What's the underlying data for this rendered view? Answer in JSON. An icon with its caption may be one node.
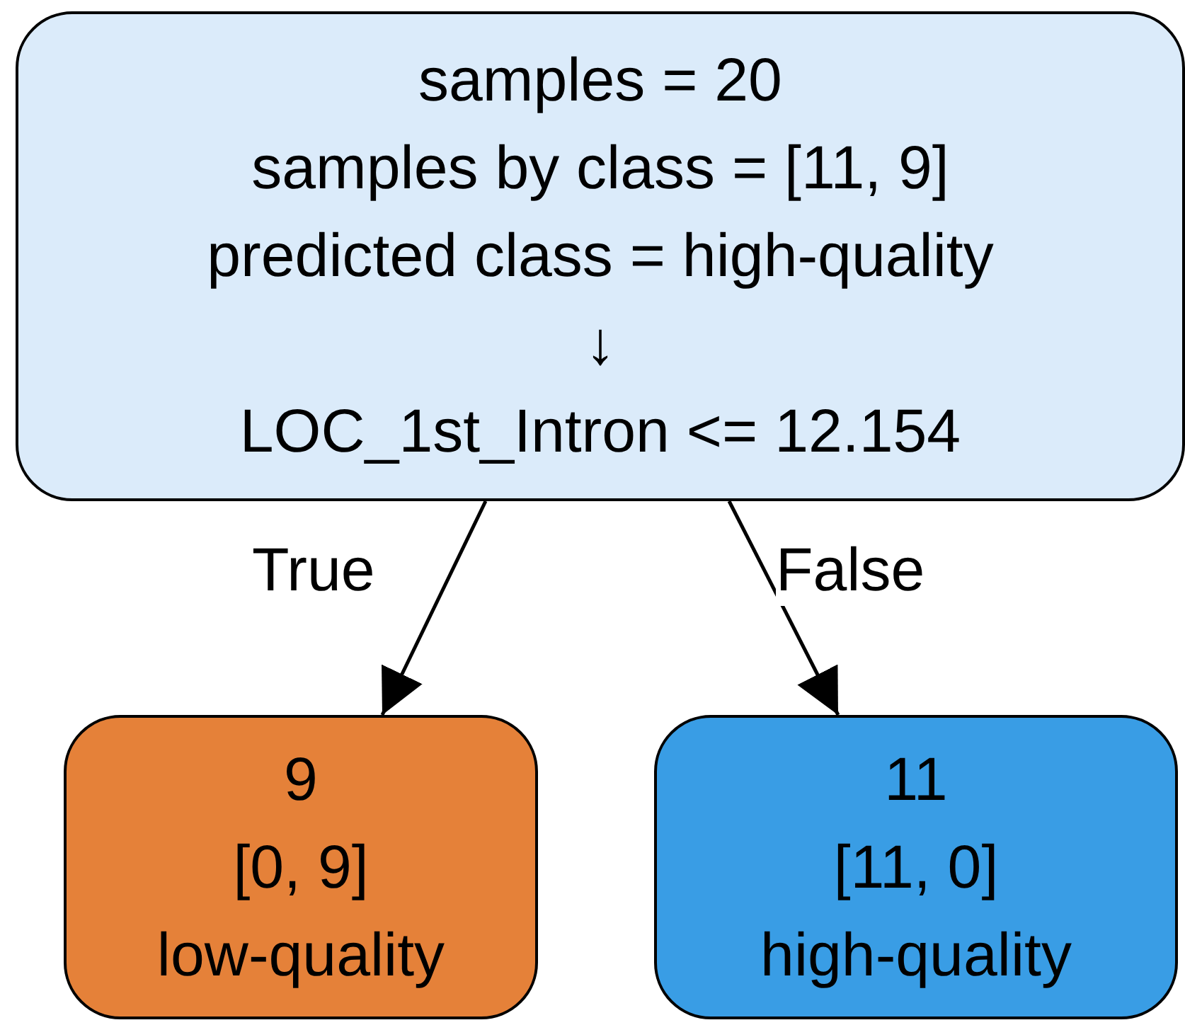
{
  "diagram": {
    "nodes": [
      {
        "text": [
          "samples = 20",
          "samples by class = [11, 9]",
          "predicted class = high-quality",
          "↓",
          "LOC_1st_Intron <= 12.154"
        ]
      },
      {
        "text": [
          "9",
          "[0, 9]",
          "low-quality"
        ]
      },
      {
        "text": [
          "11",
          "[11, 0]",
          "high-quality"
        ]
      }
    ],
    "edges": [
      {
        "from": 0,
        "to": 1,
        "arrow": "to",
        "label": "True"
      },
      {
        "from": 0,
        "to": 2,
        "arrow": "to",
        "label": "False"
      }
    ]
  }
}
